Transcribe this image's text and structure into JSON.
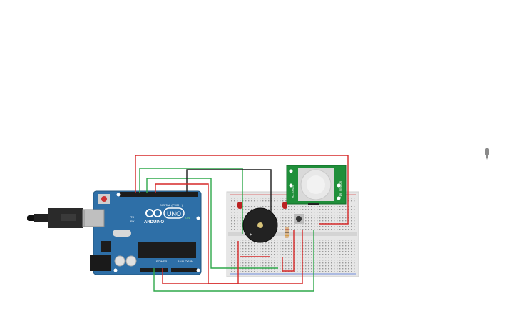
{
  "canvas": {
    "background": "#ffffff"
  },
  "arduino": {
    "brand": "ARDUINO",
    "model": "UNO",
    "digital_label": "DIGITAL (PWM ~)",
    "power_label": "POWER",
    "analog_label": "ANALOG IN",
    "on_label": "ON",
    "tx_label": "TX",
    "rx_label": "RX",
    "color_board": "#2e6fa7",
    "color_header": "#1c1c1c"
  },
  "pir_sensor": {
    "side_label_left": "HC-SR501",
    "side_label_right": "PIR SENSOR",
    "color_board": "#1f8f3a",
    "color_dome": "#e8e8e8"
  },
  "breadboard": {
    "color": "#e6e6e6",
    "rail_red": "#d94b4b",
    "rail_blue": "#4b6fd9"
  },
  "buzzer": {
    "plus_label": "+",
    "color": "#222222"
  },
  "wires": {
    "red": "#d62828",
    "green": "#2ea84a",
    "black": "#1a1a1a"
  },
  "probe_icon": "multimeter-probe-icon"
}
